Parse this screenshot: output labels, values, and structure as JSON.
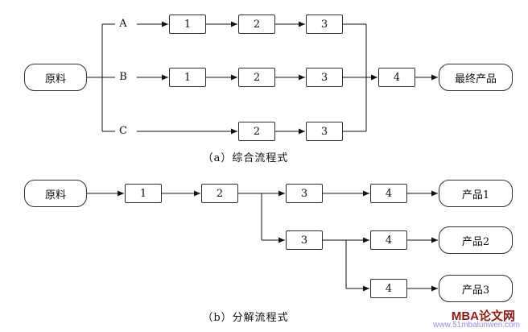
{
  "diagram_a": {
    "caption": "（a）综合流程式",
    "source": "原料",
    "branch_labels": [
      "A",
      "B",
      "C"
    ],
    "row_a_boxes": [
      "1",
      "2",
      "3"
    ],
    "row_b_boxes": [
      "1",
      "2",
      "3"
    ],
    "row_c_boxes": [
      "2",
      "3"
    ],
    "merge_box": "4",
    "sink": "最终产品"
  },
  "diagram_b": {
    "caption": "（b）分解流程式",
    "source": "原料",
    "shared_boxes": [
      "1",
      "2"
    ],
    "row1_boxes": [
      "3",
      "4"
    ],
    "row2_boxes": [
      "3",
      "4"
    ],
    "row3_boxes": [
      "4"
    ],
    "products": [
      "产品1",
      "产品2",
      "产品3"
    ]
  },
  "watermark": {
    "site_name": "MBA论文网",
    "site_url": "www.51mbalunwen.com"
  }
}
